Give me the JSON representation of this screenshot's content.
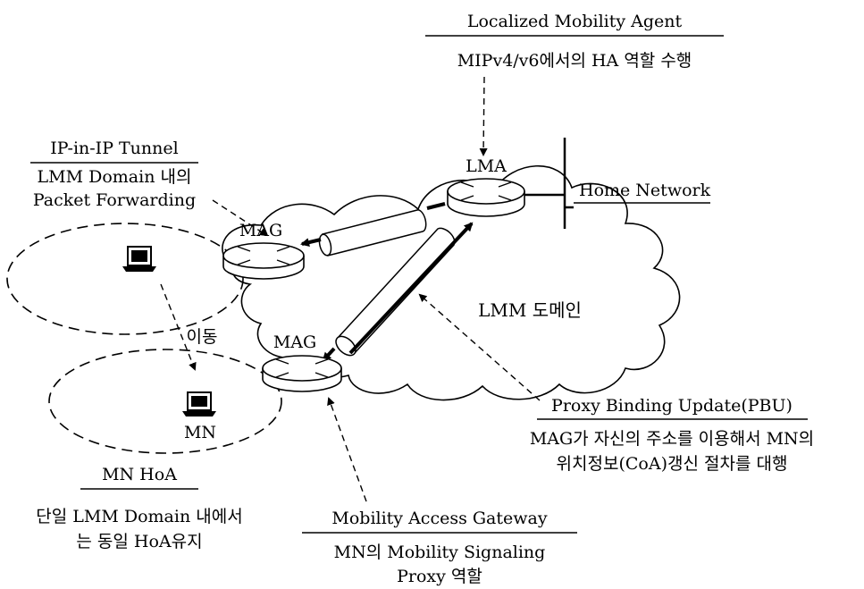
{
  "lma": {
    "title": "Localized Mobility Agent",
    "desc": "MIPv4/v6에서의 HA 역할 수행",
    "router_label": "LMA"
  },
  "home_network": {
    "label": "Home Network"
  },
  "tunnel": {
    "title": "IP-in-IP Tunnel",
    "desc_line1": "LMM Domain 내의",
    "desc_line2": "Packet Forwarding"
  },
  "mag_top": {
    "label": "MAG"
  },
  "mag_bottom": {
    "label": "MAG"
  },
  "domain": {
    "label": "LMM 도메인"
  },
  "move": {
    "label": "이동"
  },
  "mn": {
    "label": "MN"
  },
  "pbu": {
    "title": "Proxy Binding Update(PBU)",
    "desc_line1": "MAG가 자신의 주소를 이용해서 MN의",
    "desc_line2": "위치정보(CoA)갱신 절차를 대행"
  },
  "mn_hoa": {
    "title": "MN HoA",
    "desc_line1": "단일 LMM Domain 내에서",
    "desc_line2": "는 동일 HoA유지"
  },
  "mag_info": {
    "title": "Mobility Access Gateway",
    "desc_line1": "MN의 Mobility Signaling",
    "desc_line2": "Proxy 역할"
  }
}
